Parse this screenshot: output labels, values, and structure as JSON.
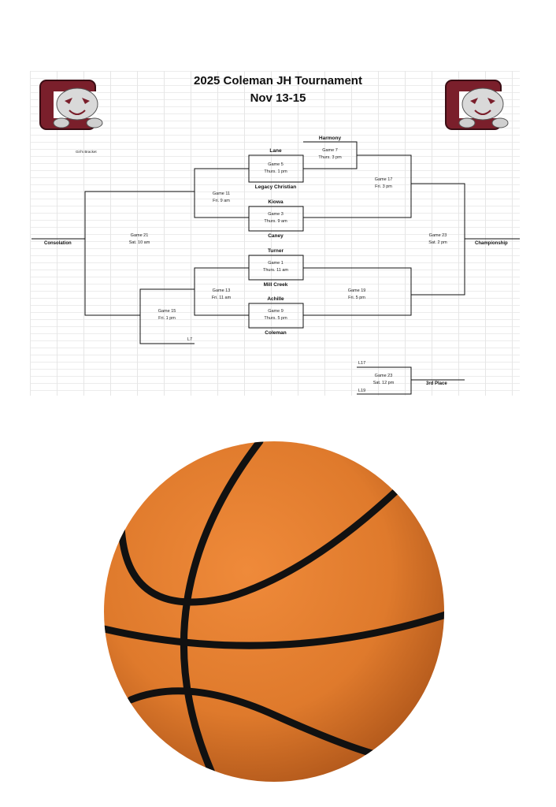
{
  "title": "2025 Coleman JH Tournament",
  "dates": "Nov 13-15",
  "bracket_label": "Girl's Bracket",
  "sides": {
    "left": "Consolation",
    "right": "Championship",
    "third": "3rd Place"
  },
  "teams": {
    "harmony": "Harmony",
    "lane": "Lane",
    "legacy": "Legacy Christian",
    "kiowa": "Kiowa",
    "caney": "Caney",
    "turner": "Turner",
    "mill_creek": "Mill Creek",
    "achille": "Achille",
    "coleman": "Coleman"
  },
  "games": {
    "g7": {
      "name": "Game 7",
      "time": "Thurs. 3 pm"
    },
    "g5": {
      "name": "Game 5",
      "time": "Thurs. 1 pm"
    },
    "g3": {
      "name": "Game 3",
      "time": "Thurs. 9 am"
    },
    "g1": {
      "name": "Game 1",
      "time": "Thurs. 11 am"
    },
    "g9": {
      "name": "Game 9",
      "time": "Thurs. 5 pm"
    },
    "g11": {
      "name": "Game 11",
      "time": "Fri. 9 am"
    },
    "g13": {
      "name": "Game 13",
      "time": "Fri. 11 am"
    },
    "g15": {
      "name": "Game 15",
      "time": "Fri. 1 pm"
    },
    "g17": {
      "name": "Game 17",
      "time": "Fri. 3 pm"
    },
    "g19": {
      "name": "Game 19",
      "time": "Fri. 5 pm"
    },
    "g21": {
      "name": "Game 21",
      "time": "Sat. 10 am"
    },
    "g23a": {
      "name": "Game 23",
      "time": "Sat. 2 pm"
    },
    "g23b": {
      "name": "Game 23",
      "time": "Sat. 12 pm"
    }
  },
  "slots": {
    "l7": "L7",
    "l17": "L17",
    "l19": "L19"
  },
  "colors": {
    "logo_maroon": "#7a1f2b",
    "ball_orange": "#e07a2e",
    "ball_seam": "#111111"
  },
  "icons": {
    "logo": "panther-mascot-logo",
    "ball": "basketball-icon"
  }
}
